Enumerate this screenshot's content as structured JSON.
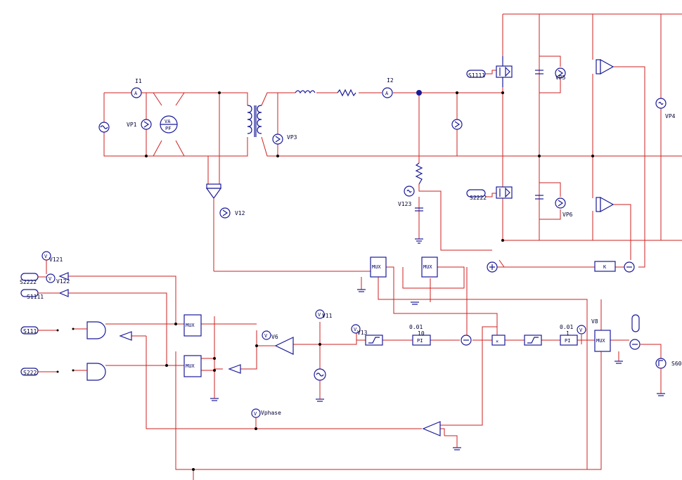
{
  "labels": {
    "i1": "I1",
    "i2": "I2",
    "vp1": "VP1",
    "vp3": "VP3",
    "vp4": "VP4",
    "vp5": "VP5",
    "vp6": "VP6",
    "v12": "V12",
    "v123": "V123",
    "v121": "V121",
    "v122": "V122",
    "v11": "V11",
    "v13": "V13",
    "v6": "V6",
    "v8": "V8",
    "vphase": "Vphase",
    "s60": "S60"
  },
  "blocks": {
    "va": "VA",
    "pf": "PF",
    "mux1": "MUX",
    "mux2": "MUX",
    "mux3": "MUX",
    "mux4": "MUX",
    "mux5": "MUX",
    "pi1": "PI",
    "pi2": "PI",
    "k": "K",
    "meter_a": "A",
    "meter_v": "V"
  },
  "params": {
    "pi1_gain": "0.01",
    "pi1_tc": "10",
    "pi2_gain": "0.01",
    "pi2_tc": "1"
  },
  "gate_labels": {
    "s1111": "S1111",
    "s2222": "S2222",
    "s11": "S111",
    "s22": "S222",
    "s1_left": "S1111",
    "s2_left": "S2222"
  },
  "colors": {
    "wire": "#cc2222",
    "component": "#1a1a99",
    "background": "#ffffff"
  }
}
